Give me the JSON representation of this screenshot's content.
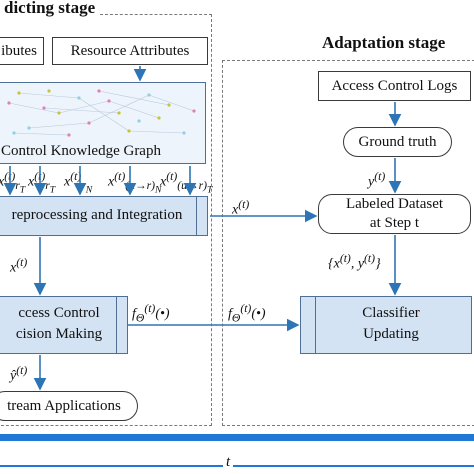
{
  "stages": {
    "predicting_title": "dicting stage",
    "adaptation_title": "Adaptation stage"
  },
  "left": {
    "attr_box_1": "ibutes",
    "attr_box_2": "Resource Attributes",
    "kg_label": "Control Knowledge Graph",
    "kg_inputs": [
      "x(t)rT",
      "x(t)rT",
      "x(t)rN",
      "x(t)(u→r)N",
      "x(t)(u→r)T"
    ],
    "preprocess": "reprocessing and Integration",
    "x_label": "x(t)",
    "decision_line1": "ccess Control",
    "decision_line2": "cision Making",
    "f_label": "fΘ(t)(•)",
    "yhat_label": "ŷ(t)",
    "downstream": "tream Applications"
  },
  "right": {
    "logs": "Access Control Logs",
    "ground_truth": "Ground truth",
    "y_label": "y(t)",
    "dataset_line1": "Labeled Dataset",
    "dataset_line2": "at Step t",
    "pair_label": "{x(t), y(t)}",
    "classifier_line1": "Classifier",
    "classifier_line2": "Updating",
    "f_label": "fΘ(t)(•)",
    "x_label": "x(t)"
  },
  "timeline": {
    "label": "t"
  },
  "colors": {
    "blue_fill": "#d4e3f3",
    "blue_line": "#1f77d6",
    "arrow_blue": "#2e75b6"
  }
}
